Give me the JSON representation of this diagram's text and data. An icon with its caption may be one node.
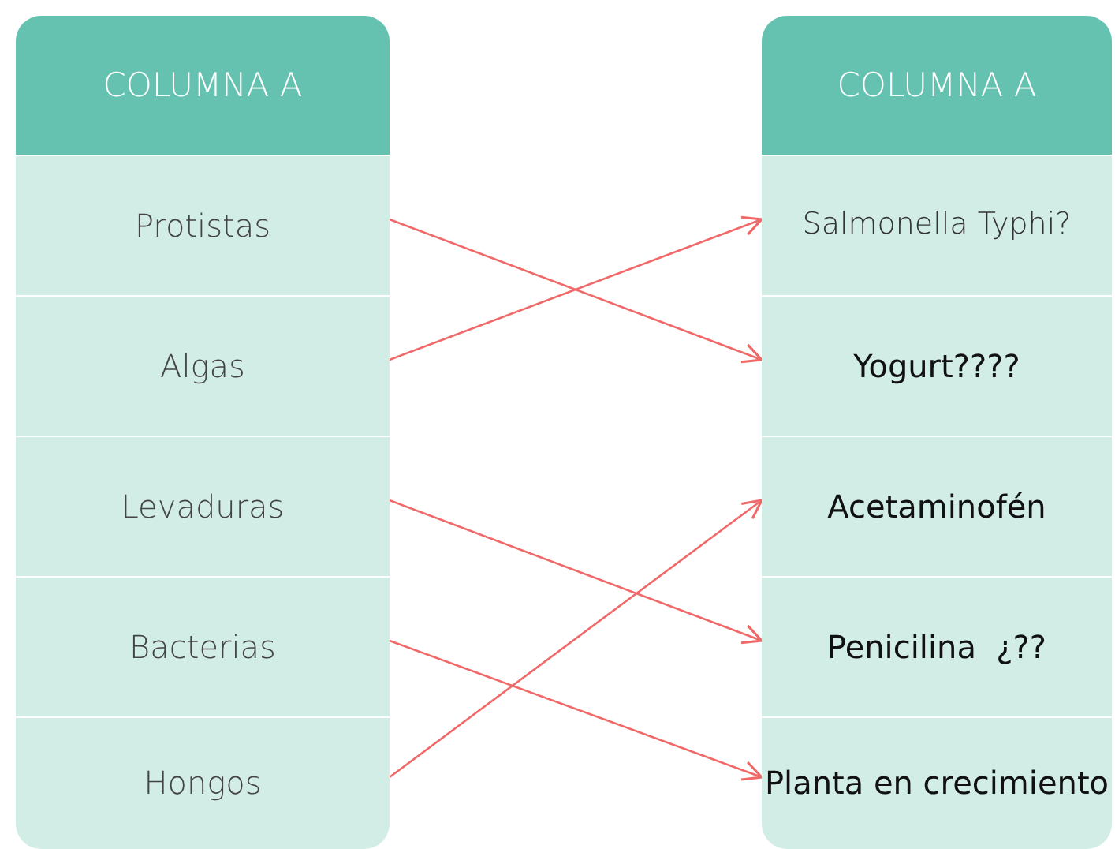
{
  "diagram": {
    "nodes": [
      {
        "text": [
          "COLUMNA A"
        ]
      },
      {
        "text": [
          "Protistas"
        ]
      },
      {
        "text": [
          "Algas"
        ]
      },
      {
        "text": [
          "Levaduras"
        ]
      },
      {
        "text": [
          "Bacterias"
        ]
      },
      {
        "text": [
          "Hongos"
        ]
      },
      {
        "text": [
          "COLUMNA A"
        ]
      },
      {
        "text": [
          "Salmonella Typhi?"
        ]
      },
      {
        "text": [
          "Yogurt????"
        ]
      },
      {
        "text": [
          "Acetaminofén"
        ]
      },
      {
        "text": [
          "Penicilina  ¿??"
        ]
      },
      {
        "text": [
          "Planta en crecimiento"
        ]
      }
    ],
    "edges": [
      {
        "from": 1,
        "to": 8,
        "arrow": "to"
      },
      {
        "from": 2,
        "to": 7,
        "arrow": "to"
      },
      {
        "from": 3,
        "to": 10,
        "arrow": "to"
      },
      {
        "from": 4,
        "to": 11,
        "arrow": "to"
      },
      {
        "from": 5,
        "to": 9,
        "arrow": "to"
      }
    ]
  }
}
